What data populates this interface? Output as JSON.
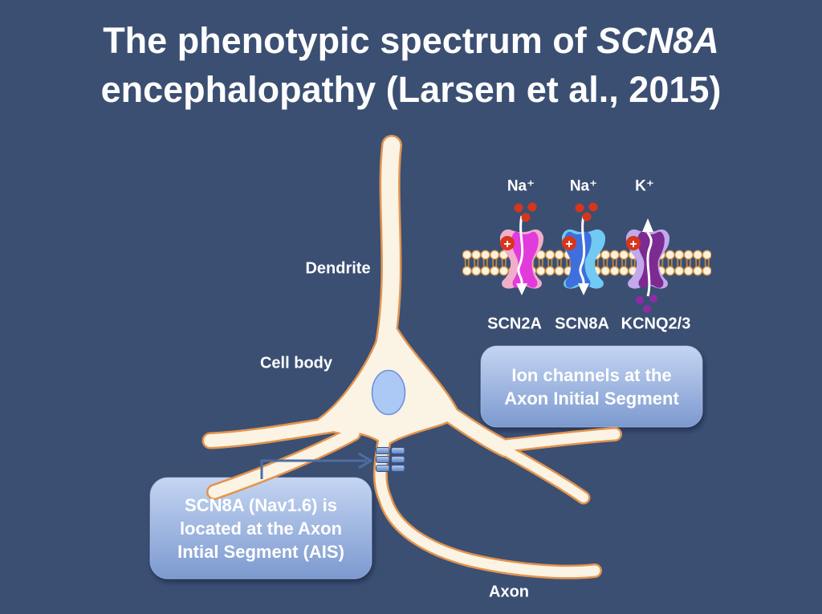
{
  "slide": {
    "background_color": "#3B4F73",
    "title": {
      "line1_regular": "The phenotypic spectrum of ",
      "line1_italic": "SCN8A",
      "line2": "encephalopathy (Larsen et al., 2015)"
    }
  },
  "neuron": {
    "dendrite_label": "Dendrite",
    "cell_body_label": "Cell body",
    "axon_label": "Axon",
    "body_color": "#FBF3E4",
    "outline_color": "#E2944E",
    "nucleus_color": "#ABC9F4"
  },
  "inset": {
    "ion_labels": [
      "Na⁺",
      "Na⁺",
      "K⁺"
    ],
    "channel_labels": [
      "SCN2A",
      "SCN8A",
      "KCNQ2/3"
    ],
    "charge_symbol": "+",
    "colors": {
      "scn2a_light": "#F0AECB",
      "scn2a_dark": "#E23BDC",
      "scn8a_light": "#70CAF3",
      "scn8a_dark": "#3F6FDC",
      "kcnq_light": "#C3A8EB",
      "kcnq_dark": "#7C2B91",
      "sodium_ion": "#D6361B",
      "potassium_ion": "#8D2CA6",
      "membrane_head": "#FCF3DE",
      "membrane_tail": "#C08942"
    }
  },
  "callouts": {
    "ion_channels_box": {
      "lines": [
        "Ion channels at the",
        "Axon Initial Segment"
      ]
    },
    "scn8a_box": {
      "lines": [
        "SCN8A (Nav1.6) is",
        "located at the Axon",
        "Intial Segment (AIS)"
      ]
    },
    "box_gradient_top": "#C4D5F2",
    "box_gradient_bottom": "#7C99CF",
    "connector_color": "#4E6D9F"
  }
}
